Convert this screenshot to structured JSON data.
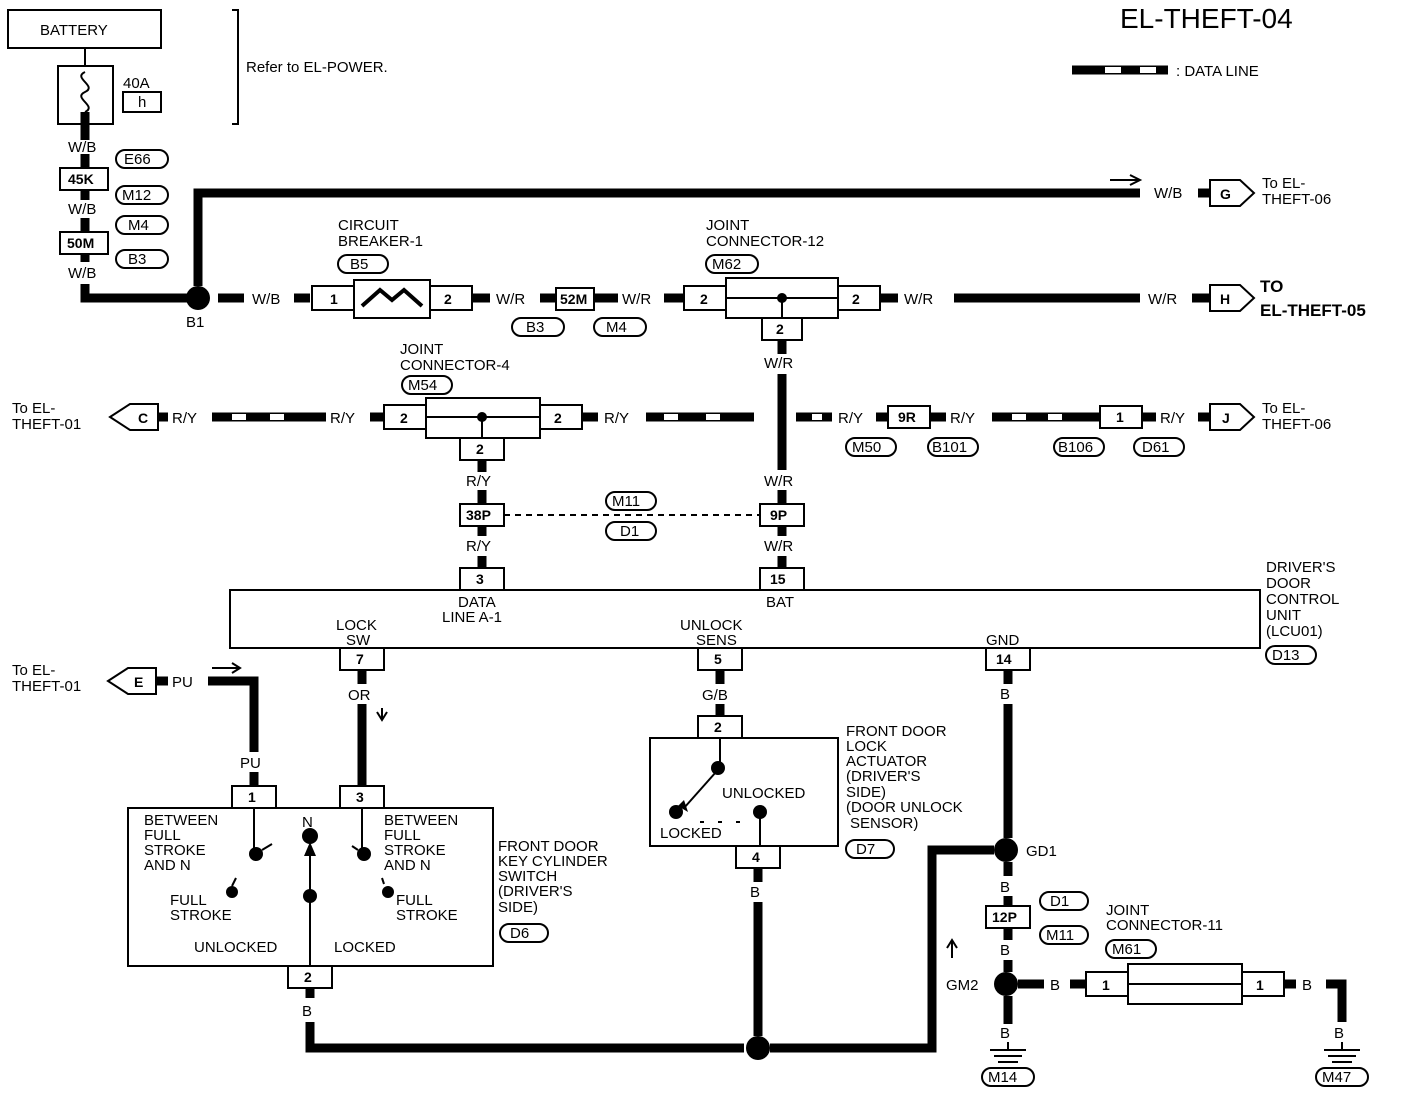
{
  "header": {
    "title": "EL-THEFT-04",
    "legend_text": ": DATA LINE",
    "refer_note": "Refer to EL-POWER."
  },
  "power": {
    "battery": "BATTERY",
    "fuse_rating": "40A",
    "fuse_id": "h",
    "wire_wb_1": "W/B",
    "wire_wb_2": "W/B",
    "wire_wb_3": "W/B",
    "fuse_45k": "45K",
    "fuse_50m": "50M",
    "conn_e66": "E66",
    "conn_m12": "M12",
    "conn_m4": "M4",
    "conn_b3": "B3",
    "junction_b1": "B1"
  },
  "top_run": {
    "wire": "W/B",
    "connector": "G",
    "dest": [
      "To EL-",
      "THEFT-06"
    ]
  },
  "circuit_breaker": {
    "name": [
      "CIRCUIT",
      "BREAKER-1"
    ],
    "conn": "B5",
    "pin_left": "1",
    "pin_right": "2",
    "wire_in": "W/B",
    "wire_out": "W/R"
  },
  "fuse_52m": {
    "label": "52M",
    "conn_b3": "B3",
    "conn_m4": "M4",
    "wire_out": "W/R"
  },
  "joint12": {
    "name": [
      "JOINT",
      "CONNECTOR-12"
    ],
    "conn": "M62",
    "pin_left": "2",
    "pin_right": "2",
    "pin_bottom": "2",
    "wire_right": "W/R",
    "wire_right2": "W/R",
    "wire_down": "W/R",
    "connector": "H",
    "dest": [
      "TO",
      "EL-THEFT-05"
    ]
  },
  "joint4": {
    "name": [
      "JOINT",
      "CONNECTOR-4"
    ],
    "conn": "M54",
    "pin_left": "2",
    "pin_right": "2",
    "pin_bottom": "2",
    "left_conn": "C",
    "left_dest": [
      "To EL-",
      "THEFT-01"
    ],
    "wire_ry_1": "R/Y",
    "wire_ry_2": "R/Y",
    "wire_ry_3": "R/Y",
    "wire_ry_4": "R/Y",
    "wire_ry_5": "R/Y",
    "wire_ry_6": "R/Y",
    "conn_9r": "9R",
    "conn_m50": "M50",
    "conn_b101": "B101",
    "pin_1": "1",
    "conn_b106": "B106",
    "conn_d61": "D61",
    "right_conn": "J",
    "right_dest": [
      "To EL-",
      "THEFT-06"
    ]
  },
  "midconn": {
    "ry_down": "R/Y",
    "ry_down2": "R/Y",
    "wr_down": "W/R",
    "wr_down2": "W/R",
    "c38p": "38P",
    "c9p": "9P",
    "m11": "M11",
    "d1": "D1"
  },
  "lcu": {
    "name": [
      "DRIVER'S",
      "DOOR",
      "CONTROL",
      "UNIT",
      "(LCU01)"
    ],
    "conn": "D13",
    "pin3": "3",
    "pin3_label": [
      "DATA",
      "LINE A-1"
    ],
    "pin15": "15",
    "pin15_label": "BAT",
    "pin7": "7",
    "pin7_label": [
      "LOCK",
      "SW"
    ],
    "pin5": "5",
    "pin5_label": [
      "UNLOCK",
      "SENS"
    ],
    "pin14": "14",
    "pin14_label": "GND"
  },
  "keyswitch": {
    "left_conn": "E",
    "left_wire": "PU",
    "left_dest": [
      "To EL-",
      "THEFT-01"
    ],
    "wire_pu": "PU",
    "wire_or": "OR",
    "pin1": "1",
    "pin3": "3",
    "pin2": "2",
    "wire_b": "B",
    "between_left": [
      "BETWEEN",
      "FULL",
      "STROKE",
      "AND N"
    ],
    "between_right": [
      "BETWEEN",
      "FULL",
      "STROKE",
      "AND N"
    ],
    "n_label": "N",
    "full_left": [
      "FULL",
      "STROKE"
    ],
    "full_right": [
      "FULL",
      "STROKE"
    ],
    "unlocked": "UNLOCKED",
    "locked": "LOCKED",
    "name": [
      "FRONT DOOR",
      "KEY CYLINDER",
      "SWITCH",
      "(DRIVER'S",
      "SIDE)"
    ],
    "conn": "D6"
  },
  "actuator": {
    "wire_gb": "G/B",
    "pin2": "2",
    "pin4": "4",
    "wire_b": "B",
    "unlocked": "UNLOCKED",
    "locked": "LOCKED",
    "name": [
      "FRONT DOOR",
      "LOCK",
      "ACTUATOR",
      "(DRIVER'S",
      "SIDE)",
      "(DOOR UNLOCK",
      "SENSOR)"
    ],
    "conn": "D7"
  },
  "ground": {
    "wire_b1": "B",
    "gd1": "GD1",
    "wire_b2": "B",
    "c12p": "12P",
    "d1": "D1",
    "m11": "M11",
    "wire_b3": "B",
    "gm2": "GM2",
    "wire_b4": "B",
    "wire_b5": "B",
    "wire_b6": "B",
    "wire_b7": "B",
    "m14": "M14",
    "m47": "M47",
    "j11_name": [
      "JOINT",
      "CONNECTOR-11"
    ],
    "j11_conn": "M61",
    "j11_pin_left": "1",
    "j11_pin_right": "1"
  }
}
